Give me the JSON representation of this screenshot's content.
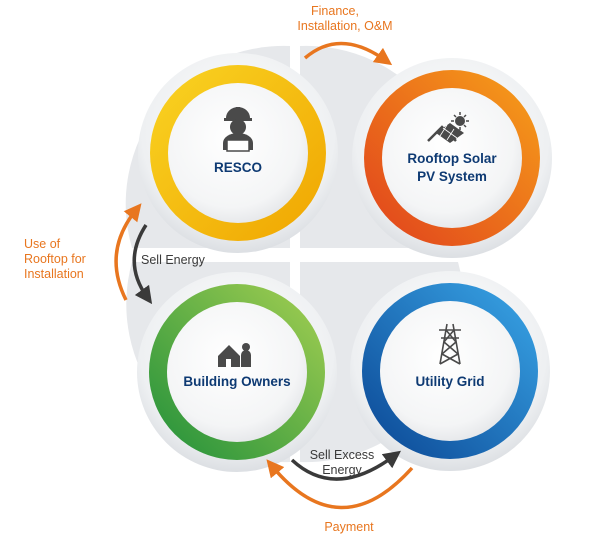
{
  "nodes": {
    "resco": {
      "label": "RESCO",
      "icon": "engineer-laptop-icon",
      "ring_colors": [
        "#f7c300",
        "#f0a500"
      ]
    },
    "rooftop": {
      "label_line1": "Rooftop Solar",
      "label_line2": "PV System",
      "icon": "solar-panel-roof-icon",
      "ring_colors": [
        "#f39200",
        "#e2561a"
      ]
    },
    "owners": {
      "label": "Building Owners",
      "icon": "house-family-icon",
      "ring_colors": [
        "#8cc63f",
        "#2e9a3a"
      ]
    },
    "grid": {
      "label": "Utility Grid",
      "icon": "transmission-tower-icon",
      "ring_colors": [
        "#2f9be0",
        "#0a4f9c"
      ]
    }
  },
  "flows": {
    "top": {
      "line1": "Finance,",
      "line2": "Installation, O&M"
    },
    "left_outer": {
      "line1": "Use of",
      "line2": "Rooftop for",
      "line3": "Installation"
    },
    "left_inner": {
      "label": "Sell Energy"
    },
    "bottom_inner": {
      "line1": "Sell Excess",
      "line2": "Energy"
    },
    "bottom_outer": {
      "label": "Payment"
    }
  },
  "colors": {
    "orange_arrow": "#e8761f",
    "dark_arrow": "#3a3a3a",
    "node_text": "#0e3a73"
  }
}
